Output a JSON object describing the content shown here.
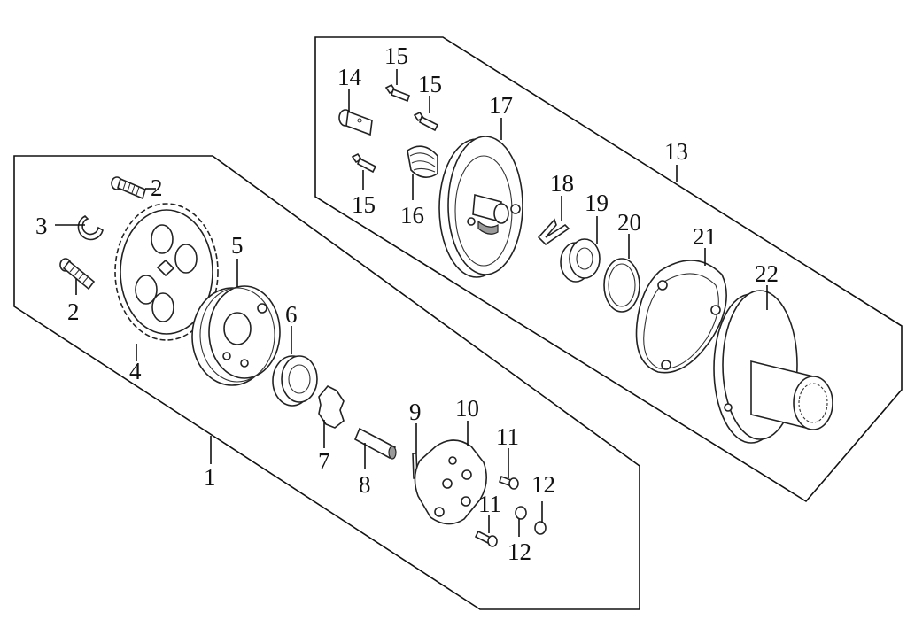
{
  "diagram": {
    "labels": {
      "l1": "1",
      "l2a": "2",
      "l2b": "2",
      "l3": "3",
      "l4": "4",
      "l5": "5",
      "l6": "6",
      "l7": "7",
      "l8": "8",
      "l9": "9",
      "l10": "10",
      "l11a": "11",
      "l11b": "11",
      "l12a": "12",
      "l12b": "12",
      "l13": "13",
      "l14": "14",
      "l15a": "15",
      "l15b": "15",
      "l15c": "15",
      "l16": "16",
      "l17": "17",
      "l18": "18",
      "l19": "19",
      "l20": "20",
      "l21": "21",
      "l22": "22"
    }
  }
}
